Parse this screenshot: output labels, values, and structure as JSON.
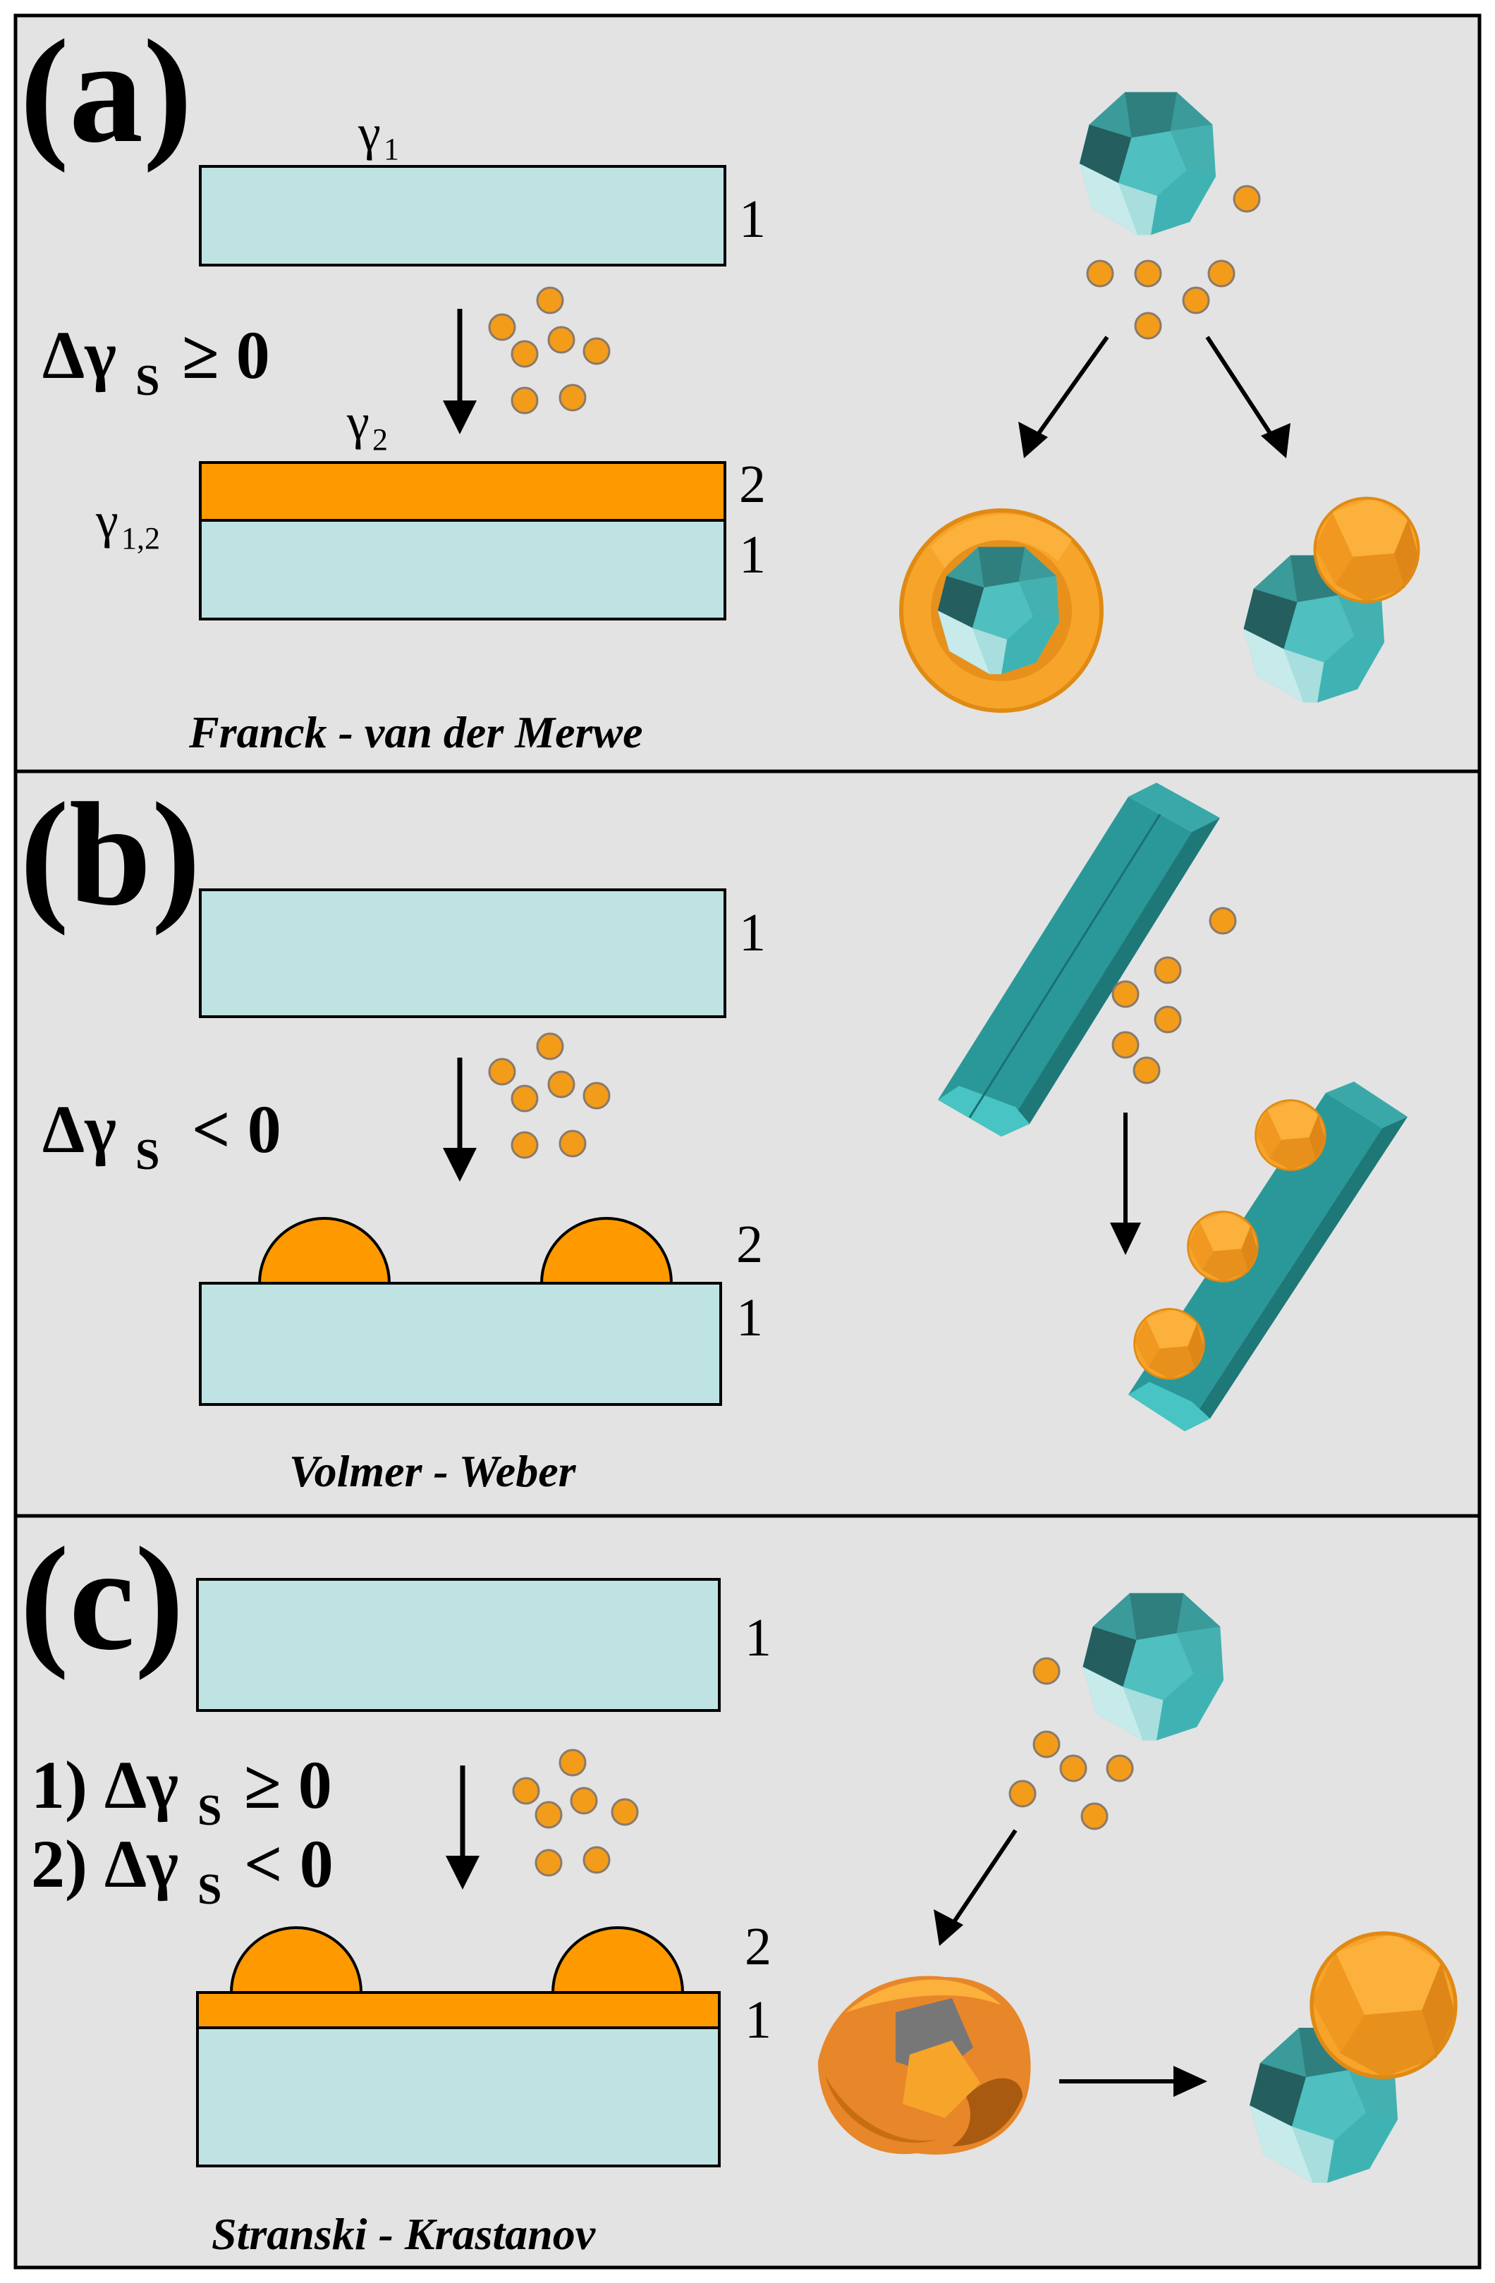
{
  "colors": {
    "panel_bg": "#e3e3e3",
    "substrate": "#bfe3e3",
    "coating": "#ff9900",
    "atom": "#f39c1a",
    "crystal_dark": "#2f7f7f",
    "crystal_mid": "#4fbfbf",
    "crystal_light": "#c7eaea",
    "rod": "#2a9898"
  },
  "panels": [
    {
      "id": "a",
      "label": "(a)",
      "condition": {
        "delta": "Δγ",
        "sub": "S",
        "rel": "≥ 0"
      },
      "layer_labels": {
        "top_substrate": "1",
        "film": "2",
        "bottom_substrate": "1"
      },
      "gammas": {
        "g1": {
          "base": "γ",
          "sub": "1"
        },
        "g2": {
          "base": "γ",
          "sub": "2"
        },
        "g12": {
          "base": "γ",
          "sub": "1,2"
        }
      },
      "caption": "Franck - van der Merwe"
    },
    {
      "id": "b",
      "label": "(b)",
      "condition": {
        "delta": "Δγ",
        "sub": "S",
        "rel": "< 0"
      },
      "layer_labels": {
        "top_substrate": "1",
        "islands": "2",
        "bottom_substrate": "1"
      },
      "caption": "Volmer - Weber"
    },
    {
      "id": "c",
      "label": "(c)",
      "conditions": [
        {
          "prefix": "1)",
          "delta": "Δγ",
          "sub": "S",
          "rel": "≥ 0"
        },
        {
          "prefix": "2)",
          "delta": "Δγ",
          "sub": "S",
          "rel": "< 0"
        }
      ],
      "layer_labels": {
        "top_substrate": "1",
        "islands": "2",
        "wetting_layer": "1"
      },
      "caption": "Stranski - Krastanov"
    }
  ]
}
